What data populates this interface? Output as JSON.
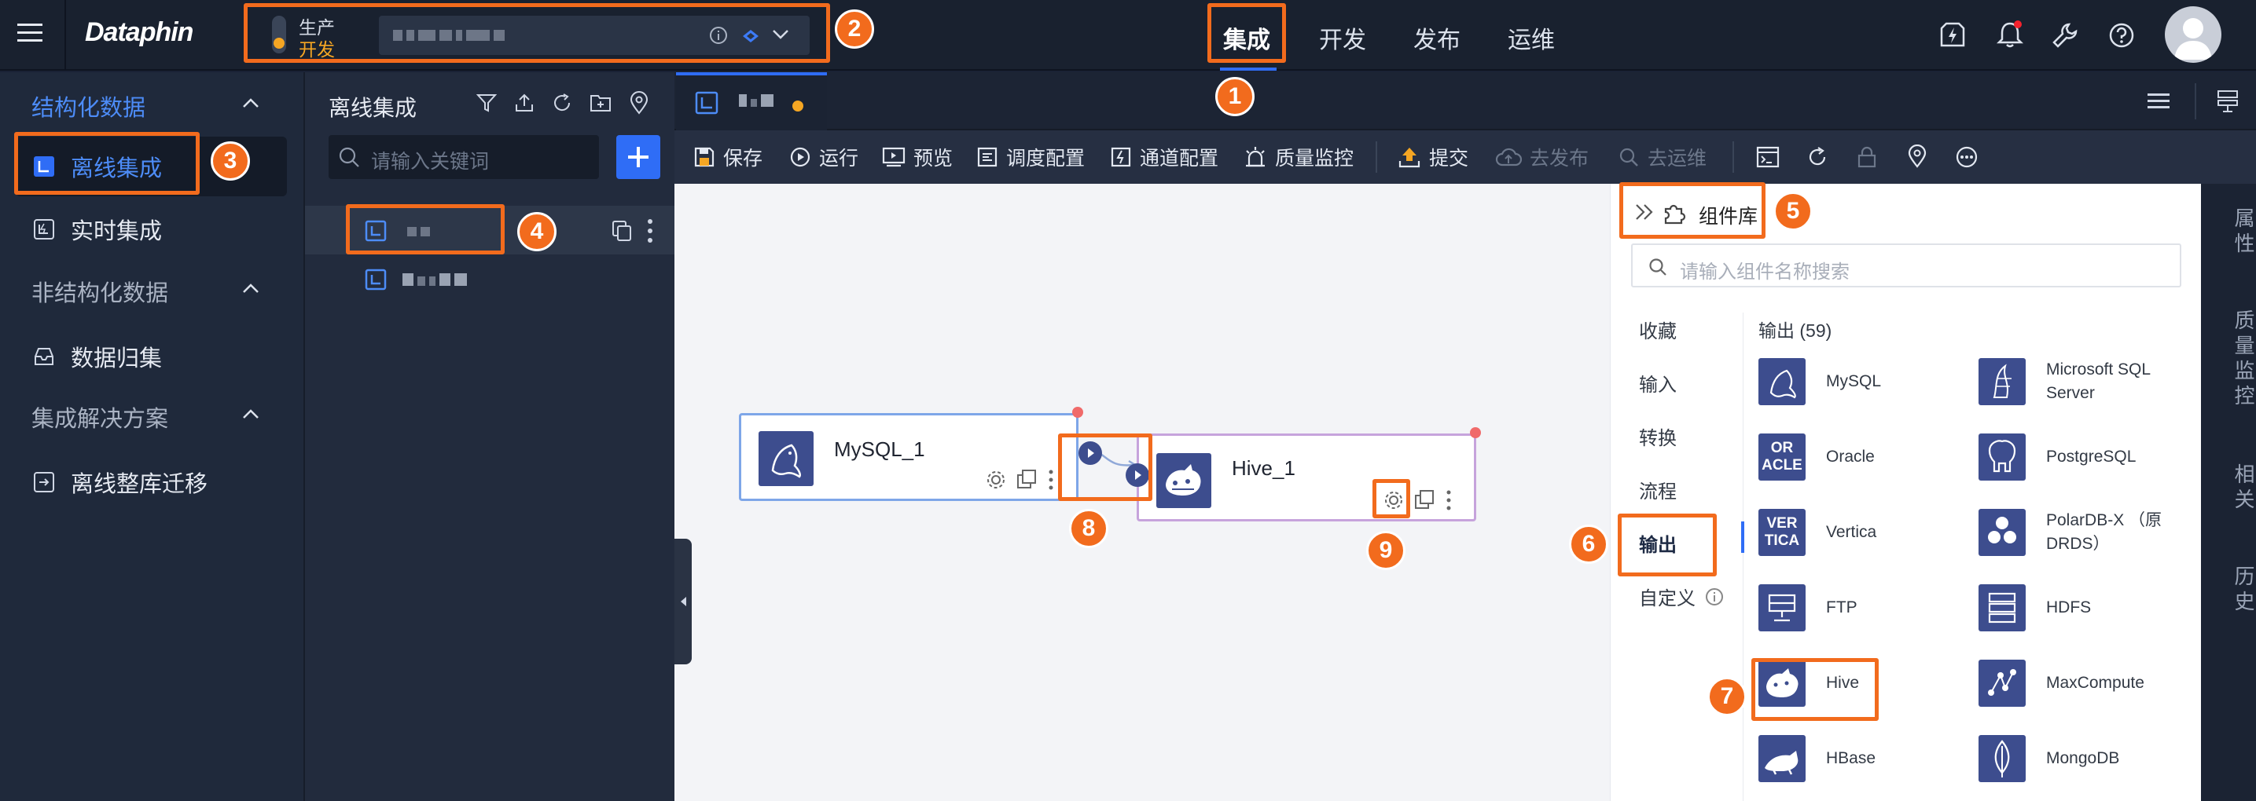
{
  "app": {
    "logo": "Dataphin"
  },
  "env": {
    "line1": "生产",
    "line2": "开发"
  },
  "nav": {
    "items": [
      "集成",
      "开发",
      "发布",
      "运维"
    ]
  },
  "sidebar": {
    "groups": [
      "结构化数据",
      "非结构化数据",
      "集成解决方案"
    ],
    "items": [
      "离线集成",
      "实时集成",
      "数据归集",
      "离线整库迁移"
    ]
  },
  "tree": {
    "title": "离线集成",
    "search_placeholder": "请输入关键词"
  },
  "toolbar": {
    "items": [
      "保存",
      "运行",
      "预览",
      "调度配置",
      "通道配置",
      "质量监控",
      "提交",
      "去发布",
      "去运维"
    ]
  },
  "canvas": {
    "node1": "MySQL_1",
    "node2": "Hive_1"
  },
  "library": {
    "title": "组件库",
    "search_placeholder": "请输入组件名称搜索",
    "categories": [
      "收藏",
      "输入",
      "转换",
      "流程",
      "输出",
      "自定义"
    ],
    "section": "输出 (59)",
    "components": [
      {
        "name": "MySQL",
        "logo": "dolphin-icon"
      },
      {
        "name": "Microsoft SQL Server",
        "logo": "sqlserver-icon"
      },
      {
        "name": "Oracle",
        "logo": "ORACLE"
      },
      {
        "name": "PostgreSQL",
        "logo": "elephant-icon"
      },
      {
        "name": "Vertica",
        "logo": "VERTICA"
      },
      {
        "name": "PolarDB-X （原DRDS）",
        "logo": "hexagon-icon"
      },
      {
        "name": "FTP",
        "logo": "ftp-icon"
      },
      {
        "name": "HDFS",
        "logo": "hdfs-icon"
      },
      {
        "name": "Hive",
        "logo": "hive-icon"
      },
      {
        "name": "MaxCompute",
        "logo": "maxcompute-icon"
      },
      {
        "name": "HBase",
        "logo": "hbase-icon"
      },
      {
        "name": "MongoDB",
        "logo": "leaf-icon"
      }
    ],
    "logo_texts": {
      "oracle_1": "OR",
      "oracle_2": "ACLE",
      "vertica_1": "VER",
      "vertica_2": "TICA"
    }
  },
  "rightbar": {
    "items": [
      "属性",
      "质量监控",
      "相关",
      "历史"
    ]
  },
  "badges": [
    "1",
    "2",
    "3",
    "4",
    "5",
    "6",
    "7",
    "8",
    "9"
  ],
  "colors": {
    "accent": "#2f6df6",
    "highlight": "#f26b1d",
    "env": "#f5a623",
    "node_blue": "#7ea6e8",
    "node_purple": "#c6a3dc"
  }
}
